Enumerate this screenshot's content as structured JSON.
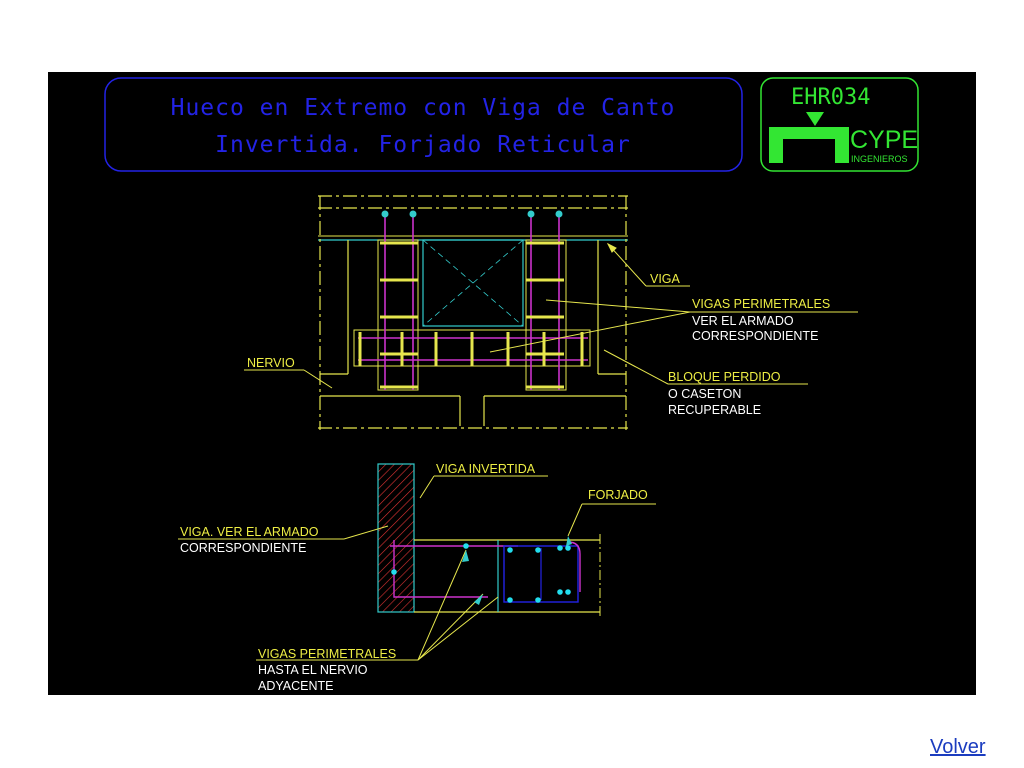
{
  "title": {
    "line1": "Hueco en Extremo con Viga de Canto",
    "line2": "Invertida. Forjado Reticular"
  },
  "logo": {
    "code": "EHR034",
    "brand": "CYPE",
    "subtitle": "INGENIEROS"
  },
  "labels": {
    "viga": "VIGA",
    "vigas_perimetrales": "VIGAS PERIMETRALES",
    "ver_el_armado": "VER EL ARMADO",
    "correspondiente": "CORRESPONDIENTE",
    "nervio": "NERVIO",
    "bloque_perdido": "BLOQUE PERDIDO",
    "o_caseton": "O CASETON",
    "recuperable": "RECUPERABLE",
    "viga_invertida": "VIGA INVERTIDA",
    "forjado": "FORJADO",
    "viga_ver_armado": "VIGA. VER EL ARMADO",
    "correspondiente2": "CORRESPONDIENTE",
    "vigas_perimetrales2": "VIGAS PERIMETRALES",
    "hasta_el_nervio": "HASTA EL NERVIO",
    "adyacente": "ADYACENTE"
  },
  "nav": {
    "back": "Volver"
  },
  "colors": {
    "background": "#000000",
    "title": "#2323e6",
    "logo": "#33e633",
    "annotation": "#eeee44",
    "concrete": "#e6e64d",
    "rebar_main": "#cc33cc",
    "stirrup": "#e6e64d",
    "cyan": "#33cccc",
    "section_bar": "#22ddee",
    "hatch": "#dd3333"
  }
}
